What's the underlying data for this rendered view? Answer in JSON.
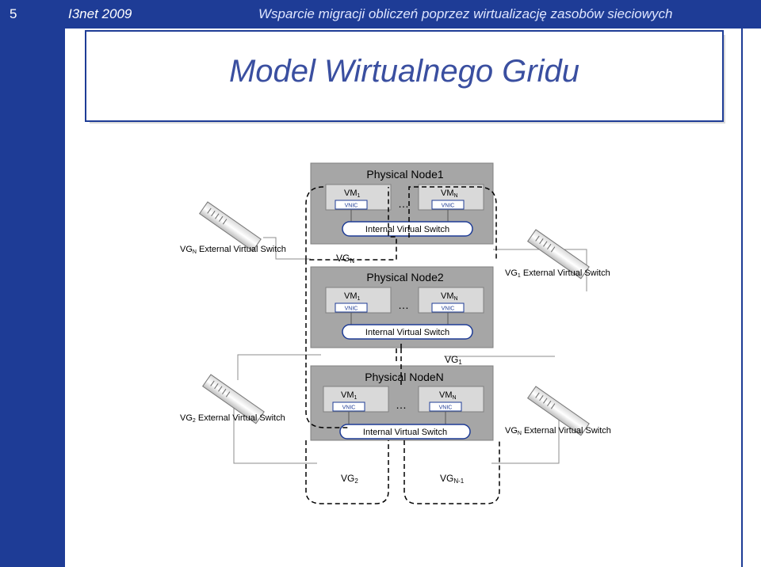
{
  "header": {
    "slide_number": "5",
    "conference": "I3net 2009",
    "topic": "Wsparcie migracji obliczeń poprzez wirtualizację zasobów sieciowych"
  },
  "title": "Model Wirtualnego Gridu",
  "diagram": {
    "nodes": [
      {
        "title": "Physical Node1",
        "vm1": "VM",
        "vm1_sub": "1",
        "vmn": "VM",
        "vmn_sub": "N",
        "vnic": "VNIC",
        "dots": "…",
        "switch": "Internal Virtual Switch"
      },
      {
        "title": "Physical Node2",
        "vm1": "VM",
        "vm1_sub": "1",
        "vmn": "VM",
        "vmn_sub": "N",
        "vnic": "VNIC",
        "dots": "…",
        "switch": "Internal Virtual Switch"
      },
      {
        "title": "Physical NodeN",
        "vm1": "VM",
        "vm1_sub": "1",
        "vmn": "VM",
        "vmn_sub": "N",
        "vnic": "VNIC",
        "dots": "…",
        "switch": "Internal Virtual Switch"
      }
    ],
    "external_switches": [
      {
        "vg": "VG",
        "sub": "N",
        "text": "External Virtual Switch"
      },
      {
        "vg": "VG",
        "sub": "1",
        "text": "External Virtual Switch"
      },
      {
        "vg": "VG",
        "sub": "2",
        "text": "External Virtual Switch"
      },
      {
        "vg": "VG",
        "sub": "N",
        "text": "External Virtual Switch"
      }
    ],
    "vg_labels": [
      {
        "vg": "VG",
        "sub": "N"
      },
      {
        "vg": "VG",
        "sub": "1"
      },
      {
        "vg": "VG",
        "sub": "2"
      },
      {
        "vg": "VG",
        "sub": "N-1"
      }
    ]
  }
}
